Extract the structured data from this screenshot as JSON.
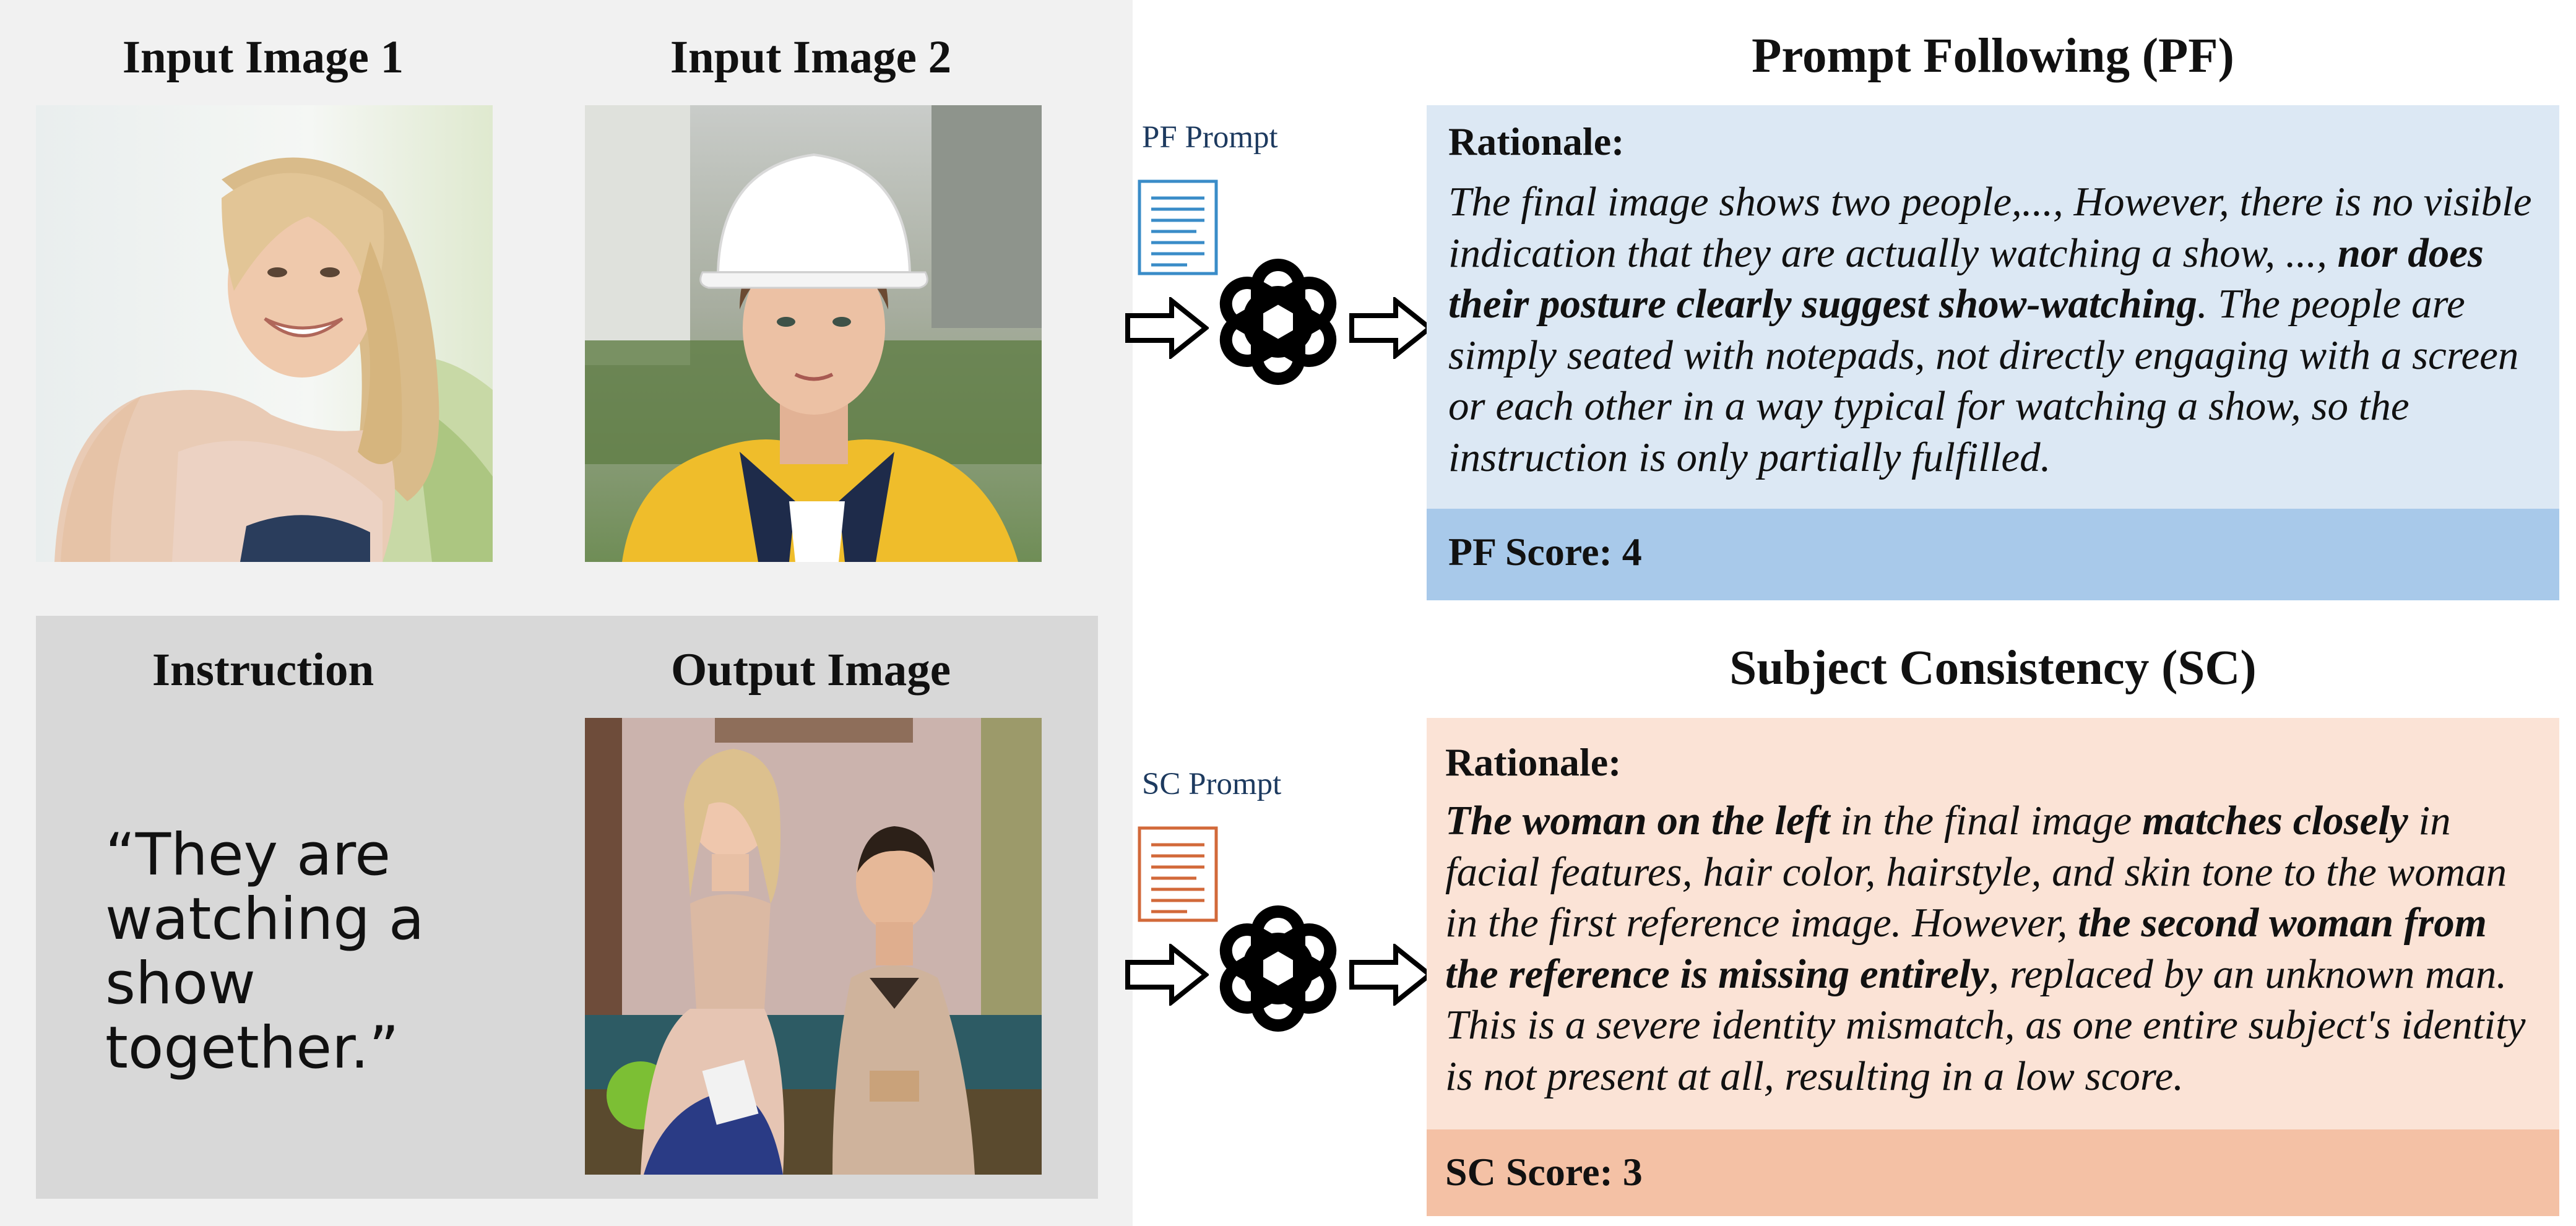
{
  "left": {
    "input1_title": "Input Image 1",
    "input2_title": "Input Image 2",
    "instruction_title": "Instruction",
    "output_title": "Output Image",
    "instruction_text": "“They are watching a show together.”"
  },
  "pf": {
    "prompt_label": "PF Prompt",
    "title": "Prompt Following (PF)",
    "rationale_label": "Rationale:",
    "rationale_segments": [
      {
        "text": "The final image shows two people,..., However, there is no visible indication that they are actually watching a show, ..., ",
        "bold": false
      },
      {
        "text": "nor does their posture clearly suggest show-watching",
        "bold": true
      },
      {
        "text": ". The people are simply seated with notepads, not directly engaging with a screen or each other in a way typical for watching a show, so the instruction is only partially fulfilled.",
        "bold": false
      }
    ],
    "score_text": "PF Score: 4",
    "box_color": "#dce8f4",
    "bar_color": "#a8c9ea",
    "doc_color": "#3a8cc8"
  },
  "sc": {
    "prompt_label": "SC Prompt",
    "title": "Subject Consistency (SC)",
    "rationale_label": "Rationale:",
    "rationale_segments": [
      {
        "text": "The woman on the left",
        "bold": true
      },
      {
        "text": " in the final image ",
        "bold": false
      },
      {
        "text": "matches closely",
        "bold": true
      },
      {
        "text": " in facial features, hair color, hairstyle, and skin tone to the woman in the first reference image. However, ",
        "bold": false
      },
      {
        "text": "the second woman from the reference is missing entirely",
        "bold": true
      },
      {
        "text": ", replaced by an unknown man. This is a severe identity mismatch, as one entire subject's identity is not present at all, resulting in a low score.",
        "bold": false
      }
    ],
    "score_text": "SC Score: 3",
    "box_color": "#fbe3d6",
    "bar_color": "#f4c1a5",
    "doc_color": "#d2693a"
  },
  "icons": {
    "doc": "document-icon",
    "model": "openai-logo-icon",
    "arrow": "right-arrow-icon"
  }
}
